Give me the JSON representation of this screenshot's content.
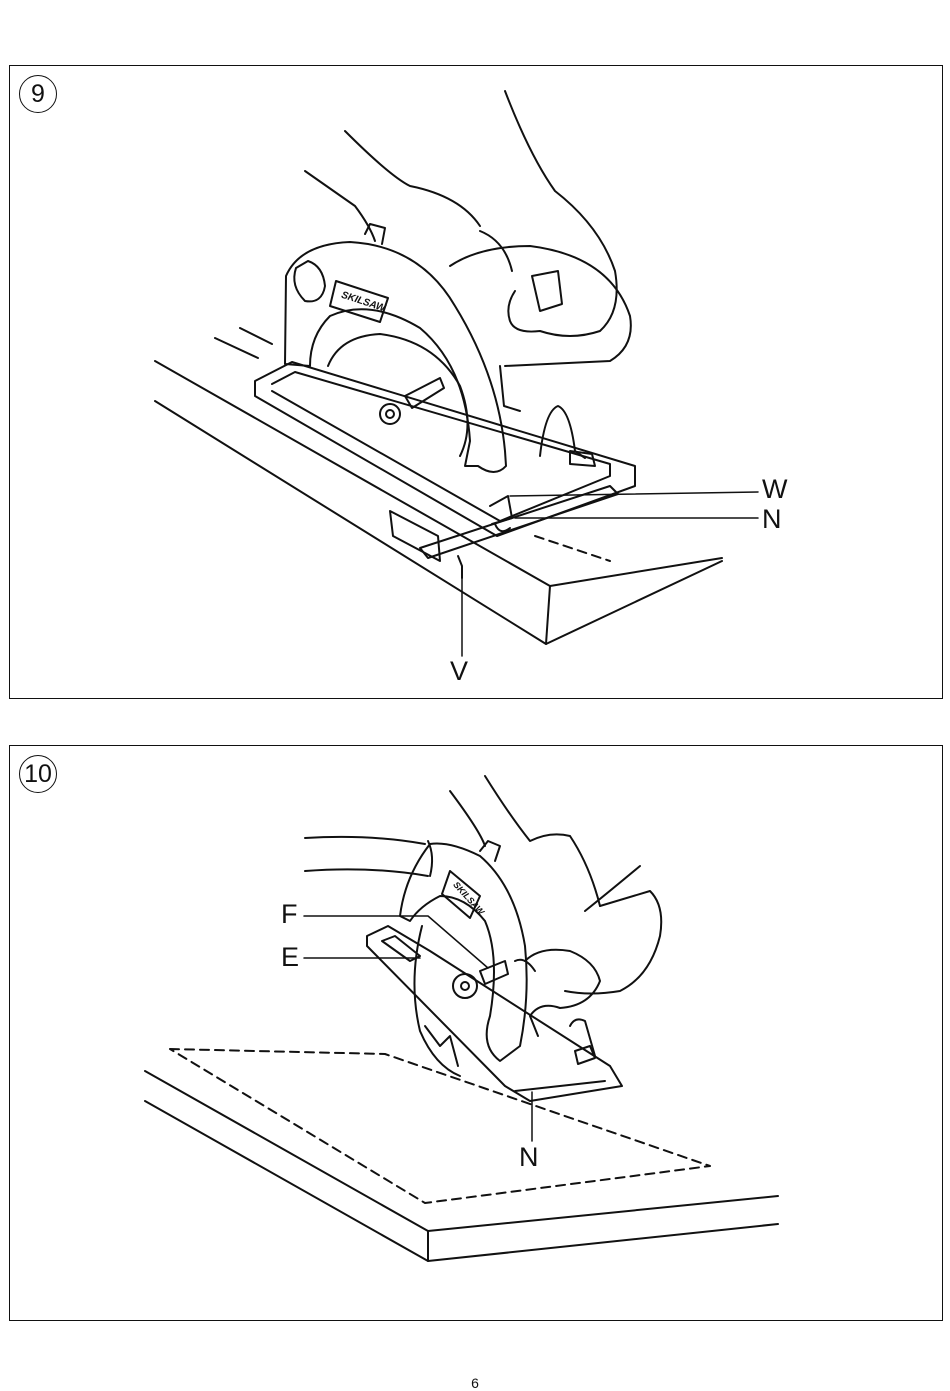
{
  "figures": [
    {
      "number": "9",
      "callouts": {
        "w": "W",
        "n": "N",
        "v": "V"
      },
      "tool_brand": "SKILSAW"
    },
    {
      "number": "10",
      "callouts": {
        "f": "F",
        "e": "E",
        "n": "N"
      },
      "tool_brand": "SKILSAW"
    }
  ],
  "page_number": "6"
}
